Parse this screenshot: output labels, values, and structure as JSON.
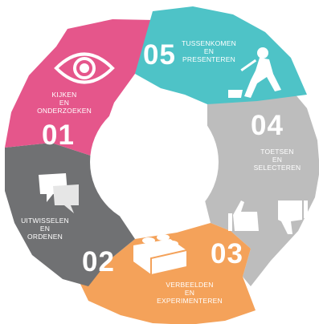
{
  "colors": {
    "pink": "#e5568b",
    "teal": "#4ec3c7",
    "light_gray": "#bdbdbd",
    "orange": "#f4a25a",
    "dark_gray": "#707173",
    "white": "#ffffff"
  },
  "steps": [
    {
      "number": "01",
      "line1": "KIJKEN",
      "line2": "EN",
      "line3": "ONDERZOEKEN",
      "icon": "eye-icon"
    },
    {
      "number": "02",
      "line1": "UITWISSELEN",
      "line2": "EN",
      "line3": "ORDENEN",
      "icon": "speech-bubbles-icon"
    },
    {
      "number": "03",
      "line1": "VERBEELDEN",
      "line2": "EN",
      "line3": "EXPERIMENTEREN",
      "icon": "lego-brick-icon"
    },
    {
      "number": "04",
      "line1": "TOETSEN",
      "line2": "EN",
      "line3": "SELECTEREN",
      "icon": "thumbs-up-down-icon"
    },
    {
      "number": "05",
      "line1": "TUSSENKOMEN",
      "line2": "EN",
      "line3": "PRESENTEREN",
      "icon": "worker-pushing-icon"
    }
  ]
}
